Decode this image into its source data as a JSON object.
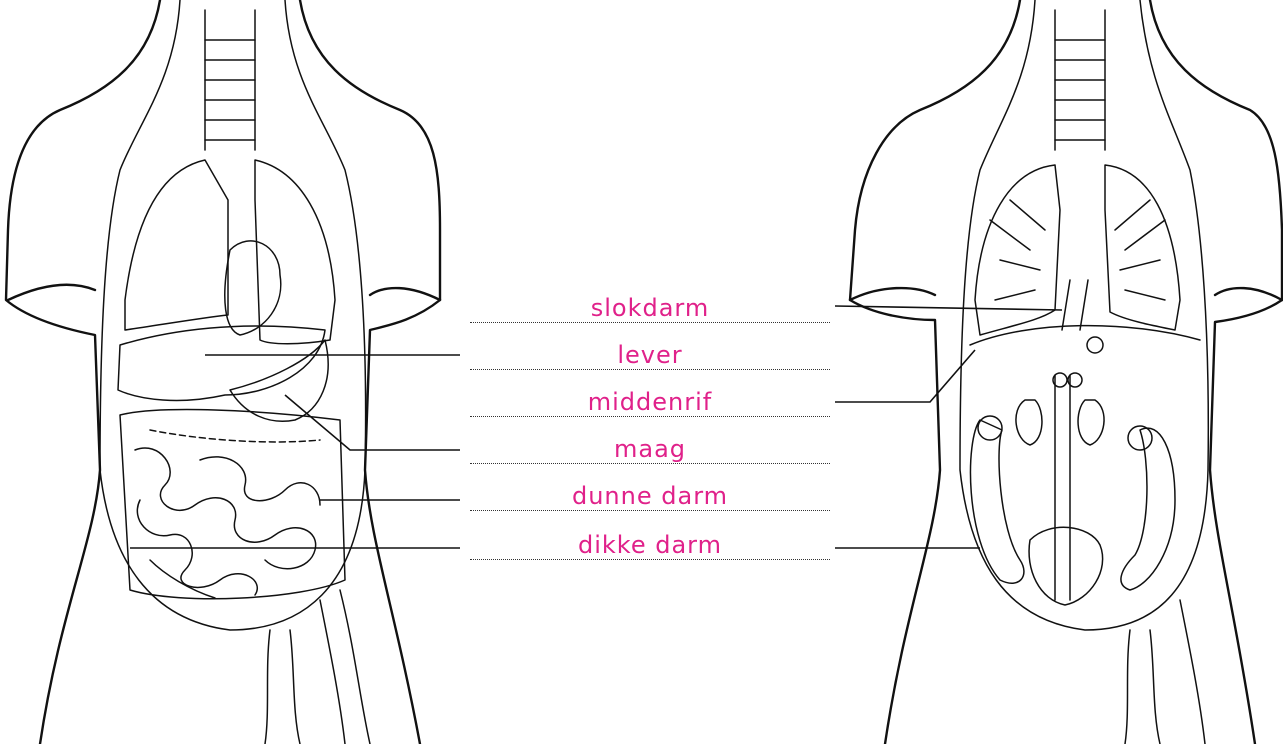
{
  "labels": [
    {
      "id": "slokdarm",
      "text": "slokdarm"
    },
    {
      "id": "lever",
      "text": "lever"
    },
    {
      "id": "middenrif",
      "text": "middenrif"
    },
    {
      "id": "maag",
      "text": "maag"
    },
    {
      "id": "dunne-darm",
      "text": "dunne darm"
    },
    {
      "id": "dikke-darm",
      "text": "dikke darm"
    }
  ],
  "figures": [
    {
      "id": "torso-front-view",
      "icon": "torso-organs-illustration"
    },
    {
      "id": "torso-back-view",
      "icon": "torso-open-organs-illustration"
    }
  ]
}
